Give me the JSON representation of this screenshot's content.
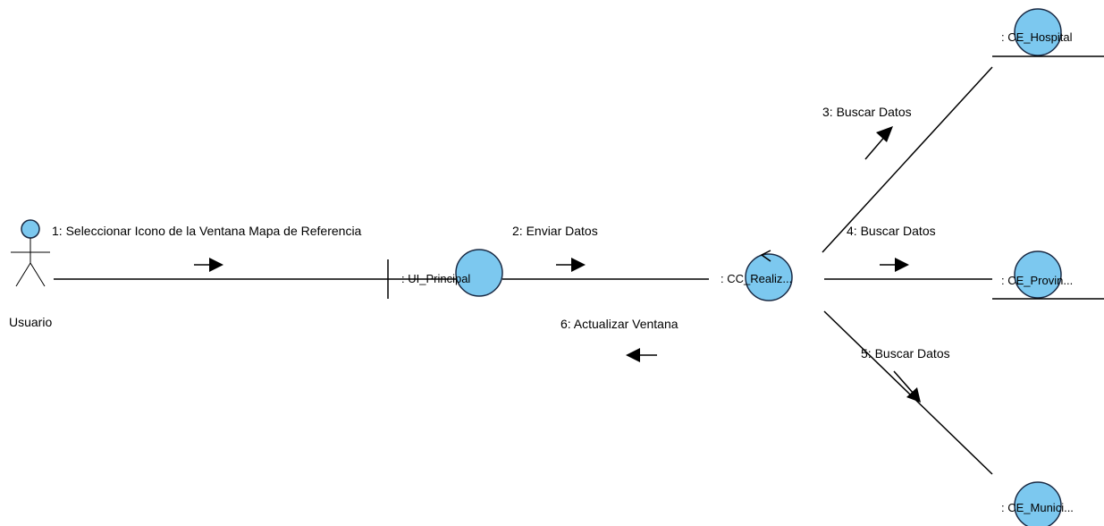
{
  "colors": {
    "object_fill": "#7cc8ef",
    "line": "#000000",
    "background": "#ffffff"
  },
  "actor": {
    "name": "Usuario"
  },
  "objects": {
    "ui_principal": {
      "name": ": UI_Principal",
      "type": "boundary"
    },
    "cc_realiz": {
      "name": ": CC_Realiz...",
      "type": "control"
    },
    "ce_hospital": {
      "name": ": CE_Hospital",
      "type": "entity"
    },
    "ce_provin": {
      "name": ": CE_Provin...",
      "type": "entity"
    },
    "ce_munici": {
      "name": ": CE_Munici...",
      "type": "entity"
    }
  },
  "messages": [
    {
      "label": "1: Seleccionar Icono de la Ventana Mapa de Referencia",
      "from": "Usuario",
      "to": ": UI_Principal"
    },
    {
      "label": "2: Enviar Datos",
      "from": ": UI_Principal",
      "to": ": CC_Realiz..."
    },
    {
      "label": "3: Buscar Datos",
      "from": ": CC_Realiz...",
      "to": ": CE_Hospital"
    },
    {
      "label": "4: Buscar Datos",
      "from": ": CC_Realiz...",
      "to": ": CE_Provin..."
    },
    {
      "label": "5: Buscar Datos",
      "from": ": CC_Realiz...",
      "to": ": CE_Munici..."
    },
    {
      "label": "6: Actualizar Ventana",
      "from": ": CC_Realiz...",
      "to": ": UI_Principal"
    }
  ]
}
